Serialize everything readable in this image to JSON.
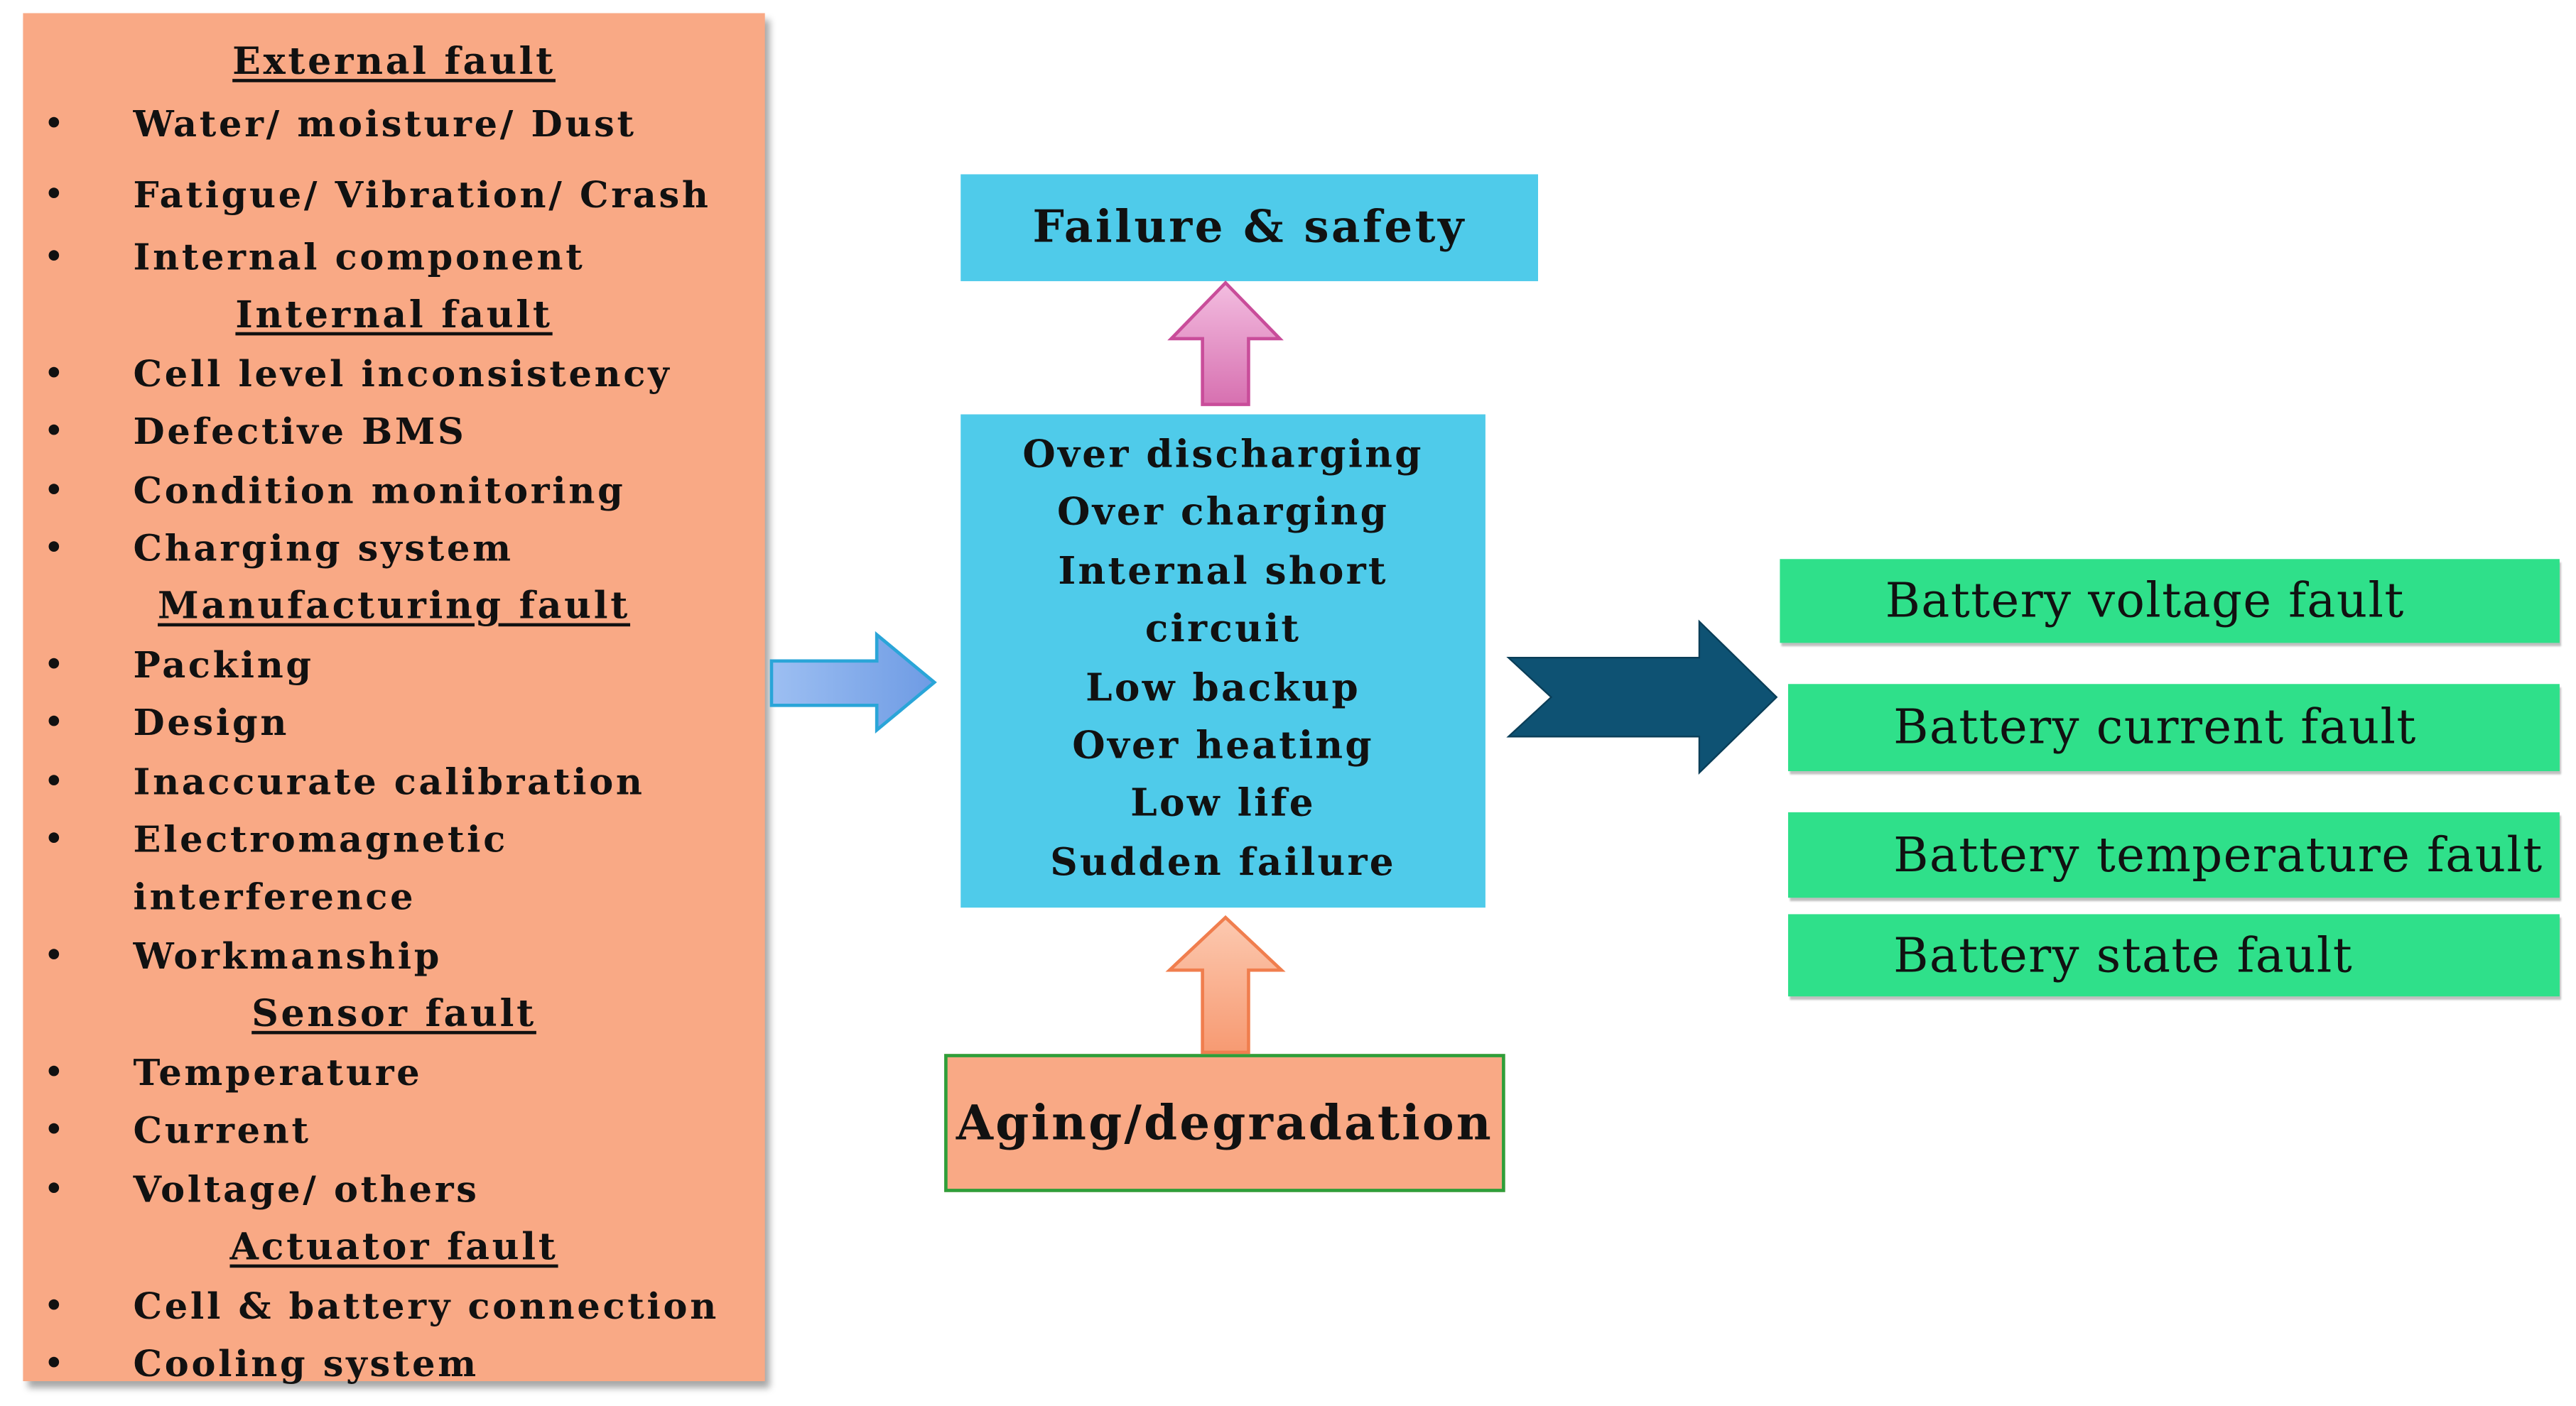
{
  "causes": {
    "groups": [
      {
        "heading": "External fault",
        "items": [
          "Water/ moisture/ Dust",
          "Fatigue/ Vibration/ Crash",
          "Internal component"
        ]
      },
      {
        "heading": "Internal fault",
        "items": [
          "Cell level inconsistency",
          "Defective BMS",
          "Condition monitoring",
          "Charging system"
        ]
      },
      {
        "heading": "Manufacturing fault",
        "items": [
          "Packing",
          "Design",
          "Inaccurate calibration",
          "Electromagnetic",
          "Workmanship"
        ],
        "continuation": "interference"
      },
      {
        "heading": "Sensor fault",
        "items": [
          "Temperature",
          "Current",
          "Voltage/ others"
        ]
      },
      {
        "heading": "Actuator fault",
        "items": [
          "Cell & battery connection",
          "Cooling system"
        ]
      }
    ],
    "bullet": "•"
  },
  "effects": {
    "lines": [
      "Over discharging",
      "Over charging",
      "Internal short",
      "circuit",
      "Low backup",
      "Over heating",
      "Low life",
      "Sudden failure"
    ]
  },
  "failure": {
    "label": "Failure & safety"
  },
  "aging": {
    "label": "Aging/degradation"
  },
  "faults": {
    "items": [
      "Battery voltage fault",
      "Battery current fault",
      "Battery temperature fault",
      "Battery state fault"
    ]
  },
  "colors": {
    "causes_fill": "#f9a985",
    "effects_fill": "#4fcbea",
    "fault_fill": "#2fe08a",
    "arrow_blue": "#7fa8e8",
    "arrow_pink": "#e48ac0",
    "arrow_orange": "#f9a985",
    "arrow_navy": "#0e5273"
  }
}
